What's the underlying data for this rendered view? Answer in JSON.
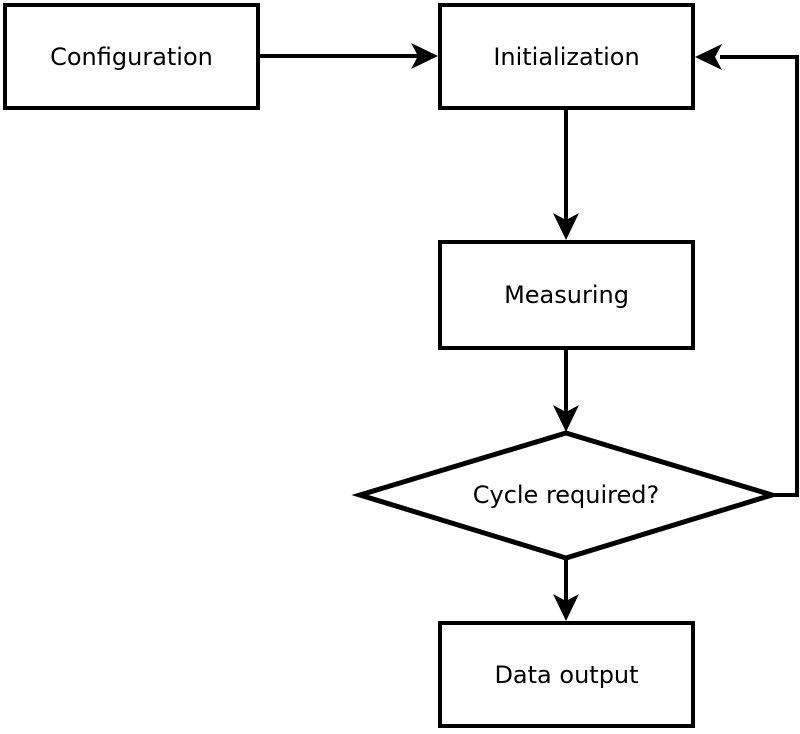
{
  "diagram": {
    "nodes": {
      "configuration": {
        "label": "Configuration"
      },
      "initialization": {
        "label": "Initialization"
      },
      "measuring": {
        "label": "Measuring"
      },
      "decision": {
        "label": "Cycle required?"
      },
      "data_output": {
        "label": "Data output"
      }
    },
    "colors": {
      "stroke": "#000000",
      "node_fill": "#ffffff",
      "text": "#000000",
      "background": "#ffffff"
    }
  }
}
